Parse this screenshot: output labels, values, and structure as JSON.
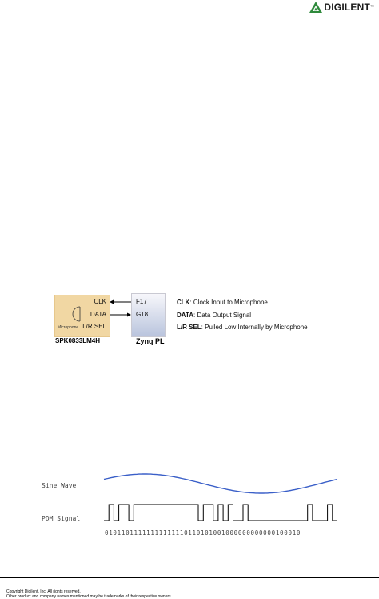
{
  "header": {
    "brand": "DIGILENT",
    "trademark": "™"
  },
  "diagram": {
    "mic": {
      "pins": [
        "CLK",
        "DATA",
        "L/R SEL"
      ],
      "label": "Microphone",
      "part": "SPK0833LM4H"
    },
    "zynq": {
      "pins": [
        "F17",
        "G18"
      ],
      "label": "Zynq PL"
    },
    "legend": [
      {
        "term": "CLK",
        "desc": ": Clock Input to Microphone"
      },
      {
        "term": "DATA",
        "desc": ": Data Output Signal"
      },
      {
        "term": "L/R SEL",
        "desc": ": Pulled Low Internally by Microphone"
      }
    ],
    "colors": {
      "mic_fill": "#f1d7a3",
      "zynq_fill": "#c8d1e6"
    }
  },
  "pdm_figure": {
    "sine_label": "Sine Wave",
    "pdm_label": "PDM Signal",
    "bits": "01011011111111111110110101001000000000000100010",
    "sine_color": "#3a5fc8"
  },
  "footer": {
    "line1": "Copyright Digilent, Inc. All rights reserved.",
    "line2": "Other product and company names mentioned may be trademarks of their respective owners."
  }
}
